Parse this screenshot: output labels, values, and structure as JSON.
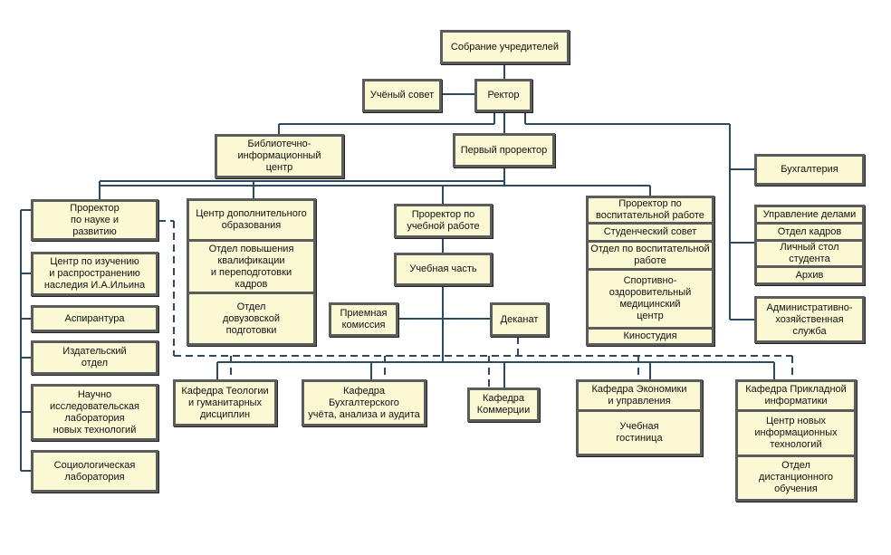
{
  "nodes": {
    "founders": "Собрание учредителей",
    "academic_council": "Учёный совет",
    "rector": "Ректор",
    "library": "Библиотечно-\nинформационный\nцентр",
    "first_prorector": "Первый проректор",
    "accounting": "Бухгалтерия",
    "admin_group": [
      "Управление делами",
      "Отдел кадров",
      "Личный стол студента",
      "Архив"
    ],
    "admin_economic": "Административно-\nхозяйственная\nслужба",
    "prorector_science": "Проректор\nпо науке и\nразвитию",
    "ilyin_center": "Центр по изучению\nи распространению\nнаследия И.А.Ильина",
    "postgraduate": "Аспирантура",
    "publishing": "Издательский\nотдел",
    "research_lab": "Научно\nисследовательская\nлаборатория\nновых технологий",
    "sociology_lab": "Социологическая\nлаборатория",
    "cde_group": [
      "Центр дополнительного\nобразования",
      "Отдел повышения\nквалификации\nи переподготовки\nкадров",
      "Отдел\nдовузовской\nподготовки"
    ],
    "prorector_academic": "Проректор по\nучебной работе",
    "academic_office": "Учебная часть",
    "admission": "Приемная\nкомиссия",
    "deanery": "Деканат",
    "edu_group": [
      "Проректор по\nвоспитательной работе",
      "Студенческий совет",
      "Отдел по воспитательной\nработе",
      "Спортивно-\nоздоровительный\nмедицинский\nцентр",
      "Киностудия"
    ],
    "dept_theology": "Кафедра Теологии\nи гуманитарных\nдисциплин",
    "dept_accounting": "Кафедра\nБухгалтерского\nучёта, анализа и аудита",
    "dept_commerce": "Кафедра\nКоммерции",
    "economics_group": [
      "Кафедра Экономики\nи управления",
      "Учебная\nгостиница"
    ],
    "applied_cs_group": [
      "Кафедра Прикладной\nинформатики",
      "Центр новых\nинформационных\nтехнологий",
      "Отдел\nдистанционного\nобучения"
    ]
  }
}
